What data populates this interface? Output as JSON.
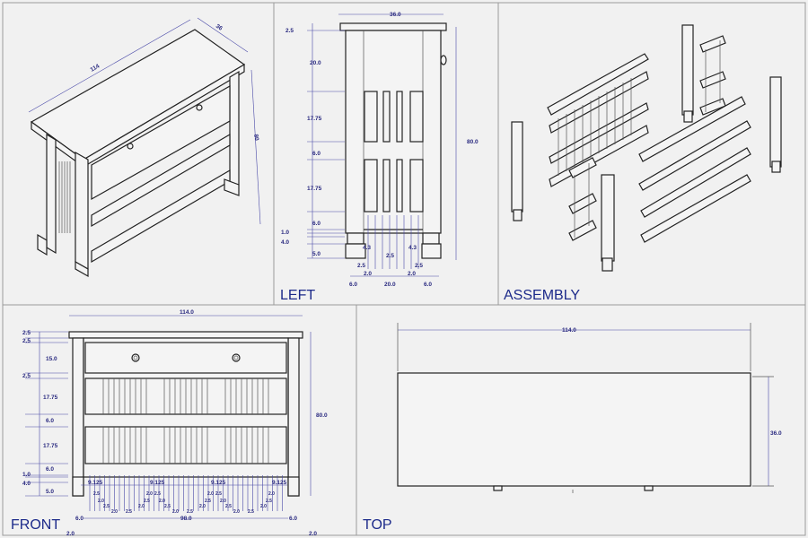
{
  "views": {
    "isometric": {
      "dims": {
        "length": "114",
        "depth": "36",
        "height": "80"
      }
    },
    "left": {
      "label": "LEFT",
      "dims": [
        {
          "t": "36.0"
        },
        {
          "t": "2.5"
        },
        {
          "t": "20.0"
        },
        {
          "t": "17.75"
        },
        {
          "t": "6.0"
        },
        {
          "t": "17.75"
        },
        {
          "t": "6.0"
        },
        {
          "t": "1.0"
        },
        {
          "t": "4.0"
        },
        {
          "t": "5.0"
        },
        {
          "t": "80.0"
        },
        {
          "t": "4.3"
        },
        {
          "t": "4.3"
        },
        {
          "t": "2.5"
        },
        {
          "t": "2.5"
        },
        {
          "t": "2.5"
        },
        {
          "t": "2.0"
        },
        {
          "t": "2.0"
        },
        {
          "t": "6.0"
        },
        {
          "t": "20.0"
        },
        {
          "t": "6.0"
        }
      ]
    },
    "assembly": {
      "label": "ASSEMBLY"
    },
    "front": {
      "label": "FRONT",
      "dims": [
        {
          "t": "114.0"
        },
        {
          "t": "2.5"
        },
        {
          "t": "2.5"
        },
        {
          "t": "15.0"
        },
        {
          "t": "2.5"
        },
        {
          "t": "17.75"
        },
        {
          "t": "6.0"
        },
        {
          "t": "17.75"
        },
        {
          "t": "6.0"
        },
        {
          "t": "1.0"
        },
        {
          "t": "4.0"
        },
        {
          "t": "5.0"
        },
        {
          "t": "80.0"
        },
        {
          "t": "9.125"
        },
        {
          "t": "9.125"
        },
        {
          "t": "9.125"
        },
        {
          "t": "9.125"
        },
        {
          "t": "6.0"
        },
        {
          "t": "98.0"
        },
        {
          "t": "6.0"
        },
        {
          "t": "2.0"
        },
        {
          "t": "2.0"
        }
      ],
      "slat_dims": [
        "2.5",
        "2.0",
        "2.5",
        "2.0",
        "2.5",
        "2.0",
        "2.5",
        "2.0"
      ]
    },
    "top": {
      "label": "TOP",
      "dims": [
        {
          "t": "114.0"
        },
        {
          "t": "36.0"
        }
      ]
    }
  },
  "colors": {
    "line": "#222222",
    "dimension": "#4a4aa8",
    "label": "#1c2a8a",
    "background": "#f1f1f1"
  }
}
